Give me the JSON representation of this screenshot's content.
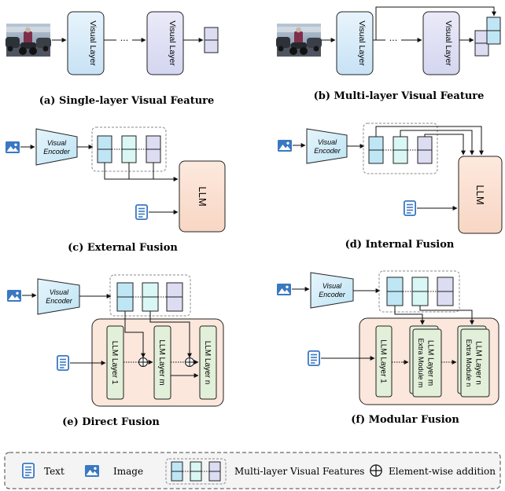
{
  "panels": {
    "a": {
      "caption": "(a) Single-layer Visual Feature",
      "layer_1": "Visual Layer",
      "layer_2": "Visual Layer",
      "ellipsis": "···"
    },
    "b": {
      "caption": "(b) Multi-layer Visual Feature",
      "layer_1": "Visual Layer",
      "layer_2": "Visual Layer",
      "ellipsis": "···"
    },
    "c": {
      "caption": "(c) External Fusion",
      "encoder_line1": "Visual",
      "encoder_line2": "Encoder",
      "llm": "LLM"
    },
    "d": {
      "caption": "(d) Internal Fusion",
      "encoder_line1": "Visual",
      "encoder_line2": "Encoder",
      "llm": "LLM"
    },
    "e": {
      "caption": "(e) Direct Fusion",
      "encoder_line1": "Visual",
      "encoder_line2": "Encoder",
      "llm_layer_1": "LLM Layer 1",
      "llm_layer_m": "LLM Layer m",
      "llm_layer_n": "LLM Layer n"
    },
    "f": {
      "caption": "(f) Modular Fusion",
      "encoder_line1": "Visual",
      "encoder_line2": "Encoder",
      "llm_layer_1": "LLM Layer 1",
      "llm_layer_m": "LLM Layer m",
      "extra_module_m": "Extra Module m",
      "llm_layer_n": "LLM Layer n",
      "extra_module_n": "Extra Module n"
    }
  },
  "legend": {
    "text": "Text",
    "image": "Image",
    "features": "Multi-layer Visual Features",
    "addition": "Element-wise addition"
  },
  "colors": {
    "visual_layer_fill": "#d6ebfa",
    "feature_dark": "#bfe6f5",
    "feature_light": "#d9f7f4",
    "feature_lavender": "#dcdcf2",
    "llm_fill": "#fbe2d4",
    "llm_layer_fill": "#e2efd9",
    "icon_blue": "#3a78c2"
  },
  "icons": [
    "image-icon",
    "text-document-icon",
    "element-wise-addition-icon",
    "vehicle-photo"
  ]
}
